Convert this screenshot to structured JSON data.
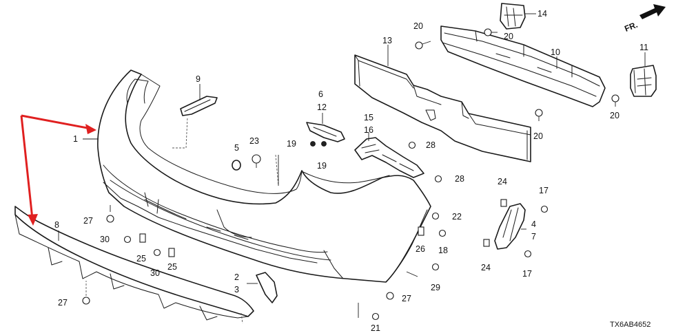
{
  "diagram": {
    "code": "TX6AB4652",
    "direction_label": "FR.",
    "colors": {
      "annotation_arrow": "#e02020",
      "line": "#1a1a1a",
      "background": "#ffffff"
    },
    "callouts": {
      "c1": "1",
      "c2": "2",
      "c3": "3",
      "c4": "4",
      "c5": "5",
      "c6": "6",
      "c7": "7",
      "c8": "8",
      "c9": "9",
      "c10": "10",
      "c11": "11",
      "c12": "12",
      "c13": "13",
      "c14": "14",
      "c15": "15",
      "c16": "16",
      "c17": "17",
      "c18": "18",
      "c19": "19",
      "c20": "20",
      "c21": "21",
      "c22": "22",
      "c23": "23",
      "c24": "24",
      "c25": "25",
      "c26": "26",
      "c27": "27",
      "c28": "28",
      "c29": "29",
      "c30": "30"
    },
    "icons": [
      "red-callout-arrow-icon",
      "front-direction-arrow-icon",
      "bolt-icon",
      "clip-icon"
    ]
  }
}
